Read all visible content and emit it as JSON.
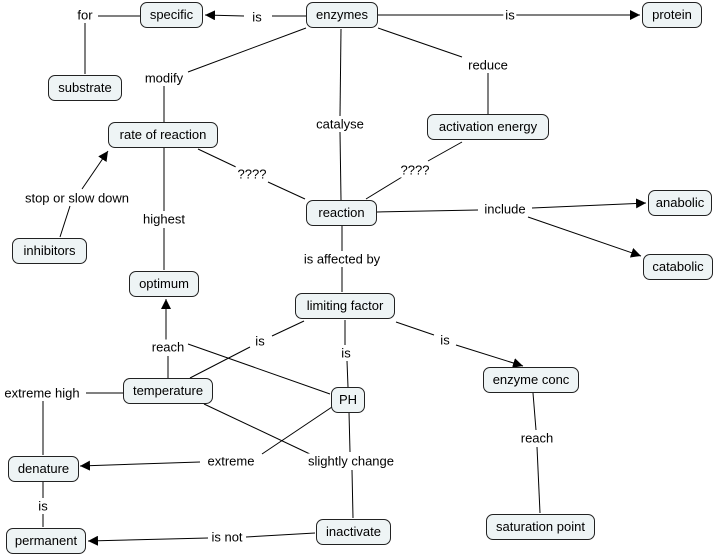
{
  "nodes": {
    "specific": "specific",
    "enzymes": "enzymes",
    "protein": "protein",
    "substrate": "substrate",
    "rate_of_reaction": "rate of reaction",
    "activation_energy": "activation energy",
    "inhibitors": "inhibitors",
    "reaction": "reaction",
    "anabolic": "anabolic",
    "catabolic": "catabolic",
    "optimum": "optimum",
    "limiting_factor": "limiting factor",
    "temperature": "temperature",
    "ph": "PH",
    "enzyme_conc": "enzyme conc",
    "denature": "denature",
    "permanent": "permanent",
    "inactivate": "inactivate",
    "saturation_point": "saturation point"
  },
  "links": {
    "enzymes_is_specific": "is",
    "enzymes_is_protein": "is",
    "specific_for_substrate": "for",
    "enzymes_modify_rate": "modify",
    "enzymes_reduce_activation": "reduce",
    "enzymes_catalyse_reaction": "catalyse",
    "rate_unknown_reaction": "????",
    "activation_unknown_reaction": "????",
    "inhibitors_slow_rate": "stop or slow down",
    "reaction_include": "include",
    "rate_highest_optimum": "highest",
    "reaction_affected_by": "is affected by",
    "limiting_is_temperature": "is",
    "limiting_is_ph": "is",
    "limiting_is_enzyme_conc": "is",
    "reach_optimum": "reach",
    "temperature_extreme_high": "extreme high",
    "ph_extreme": "extreme",
    "slightly_change": "slightly change",
    "denature_is_permanent": "is",
    "inactivate_is_not_permanent": "is not",
    "enzyme_conc_reach_saturation": "reach"
  }
}
